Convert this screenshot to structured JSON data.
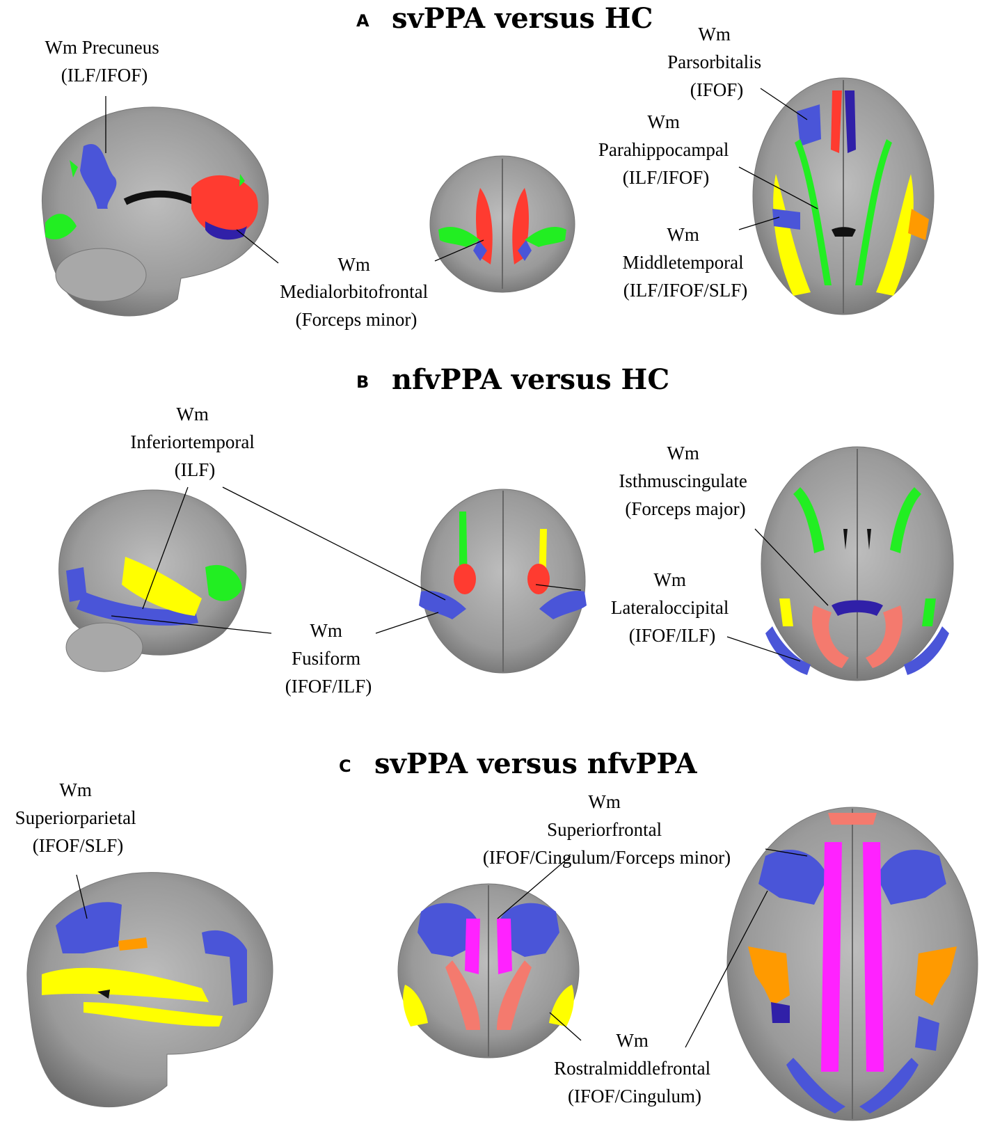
{
  "colors": {
    "red": "#ff3b30",
    "salmon": "#f47a6e",
    "blue": "#4a55d8",
    "navy": "#3020a8",
    "green": "#22ee22",
    "yellow": "#ffff00",
    "orange": "#ff9a00",
    "magenta": "#ff22ff",
    "brain_gray": "#8c8c8c"
  },
  "panels": [
    {
      "letter": "A",
      "title": "svPPA versus HC",
      "labels": [
        {
          "lines": [
            "Wm Precuneus",
            "(ILF/IFOF)"
          ]
        },
        {
          "lines": [
            "Wm",
            "Medialorbitofrontal",
            "(Forceps minor)"
          ]
        },
        {
          "lines": [
            "Wm",
            "Parsorbitalis",
            "(IFOF)"
          ]
        },
        {
          "lines": [
            "Wm",
            "Parahippocampal",
            "(ILF/IFOF)"
          ]
        },
        {
          "lines": [
            "Wm",
            "Middletemporal",
            "(ILF/IFOF/SLF)"
          ]
        }
      ]
    },
    {
      "letter": "B",
      "title": "nfvPPA versus HC",
      "labels": [
        {
          "lines": [
            "Wm",
            "Inferiortemporal",
            "(ILF)"
          ]
        },
        {
          "lines": [
            "Wm",
            "Fusiform",
            "(IFOF/ILF)"
          ]
        },
        {
          "lines": [
            "Wm",
            "Isthmuscingulate",
            "(Forceps major)"
          ]
        },
        {
          "lines": [
            "Wm",
            "Lateraloccipital",
            "(IFOF/ILF)"
          ]
        }
      ]
    },
    {
      "letter": "C",
      "title": "svPPA versus nfvPPA",
      "labels": [
        {
          "lines": [
            "Wm",
            "Superiorparietal",
            "(IFOF/SLF)"
          ]
        },
        {
          "lines": [
            "Wm",
            "Superiorfrontal",
            "(IFOF/Cingulum/Forceps minor)"
          ]
        },
        {
          "lines": [
            "Wm",
            "Rostralmiddlefrontal",
            "(IFOF/Cingulum)"
          ]
        }
      ]
    }
  ]
}
